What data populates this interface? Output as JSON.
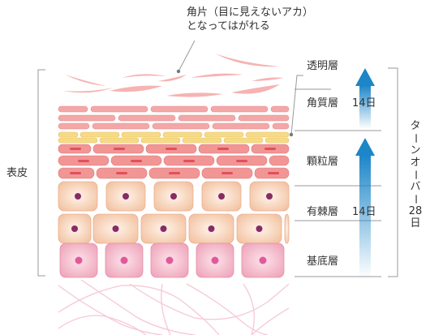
{
  "callout": {
    "line1": "角片（目に見えないアカ）",
    "line2": "となってはがれる"
  },
  "side_label": "表皮",
  "layers": [
    {
      "key": "transparent",
      "label": "透明層"
    },
    {
      "key": "horny",
      "label": "角質層"
    },
    {
      "key": "granular",
      "label": "顆粒層"
    },
    {
      "key": "spinous",
      "label": "有棘層"
    },
    {
      "key": "basal",
      "label": "基底層"
    }
  ],
  "durations": {
    "upper": "14日",
    "lower": "14日"
  },
  "turnover": {
    "chars": [
      "タ",
      "ー",
      "ン",
      "オ",
      "ー",
      "バ",
      "ー",
      "28",
      "日"
    ]
  },
  "colors": {
    "horny_cell": "#f2a8a8",
    "transparent_cell": "#f7dc8a",
    "granular_cell": "#f08c8c",
    "granule": "#e0505a",
    "spinous_cell": "#f7cfb0",
    "nucleus": "#8a2a6a",
    "basal_cell": "#f4b6c6",
    "basal_nucleus": "#e05a9a",
    "arrow": "#1c86c8",
    "lines": "#999999"
  }
}
